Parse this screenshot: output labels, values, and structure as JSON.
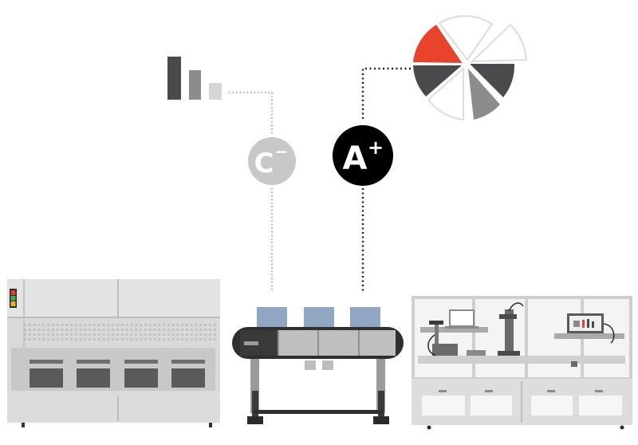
{
  "grades": {
    "low": {
      "letter": "C",
      "sign": "−"
    },
    "high": {
      "letter": "A",
      "sign": "+"
    }
  },
  "colors": {
    "accent": "#e8432b",
    "dark": "#4a4a4d",
    "mid_gray": "#8c8c8c",
    "light_gray": "#d6d6d6",
    "badge_low": "#c8c8c8",
    "badge_high": "#000000",
    "conveyor_box": "#8fa7c2"
  },
  "icons": {
    "bar_chart": "bar-chart-icon",
    "pie_chart": "pie-chart-icon",
    "machines": [
      "reflow-oven",
      "conveyor",
      "inspection-workstation"
    ]
  }
}
